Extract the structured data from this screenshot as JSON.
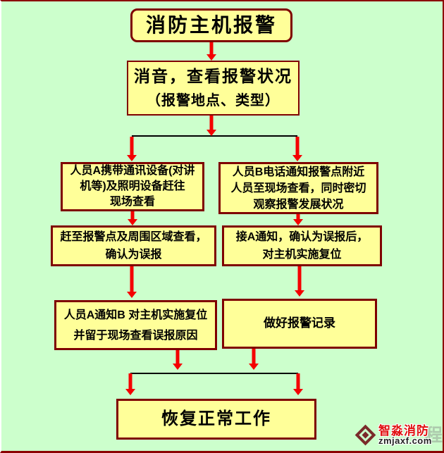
{
  "colors": {
    "page_bg": "#ccffcc",
    "frame": "#8b0000",
    "node_fill": "#ffff99",
    "node_border": "#7f0000",
    "arrow": "#f40000",
    "connector": "#000000",
    "wm_red": "#e01010",
    "wm_dark": "#222222",
    "wm_logo": "#7a2a2a",
    "wm_faint": "#9aa89a"
  },
  "flow": {
    "title": "消防主机报警",
    "silence": {
      "line1": "消音，查看报警状况",
      "line2": "（报警地点、类型）"
    },
    "person_a_1": {
      "lines": [
        "人员A携带通讯设备(对讲",
        "机等)及照明设备赶往",
        "现场查看"
      ]
    },
    "person_b_1": {
      "lines": [
        "人员B电话通知报警点附近",
        "人员至现场查看，同时密切",
        "观察报警发展状况"
      ]
    },
    "person_a_2": {
      "lines": [
        "赶至报警点及周围区域查看，",
        "确认为误报"
      ]
    },
    "person_b_2": {
      "lines": [
        "接A通知，确认为误报后，",
        "对主机实施复位"
      ]
    },
    "person_a_3": {
      "lines": [
        "人员A通知B 对主机实施复位",
        "并留于现场查看误报原因"
      ]
    },
    "person_b_3": {
      "label": "做好报警记录"
    },
    "final": {
      "label": "恢复正常工作"
    }
  },
  "watermark": {
    "brand": "智淼消防",
    "site": "zmjaxf.com",
    "faint_char": "程"
  }
}
